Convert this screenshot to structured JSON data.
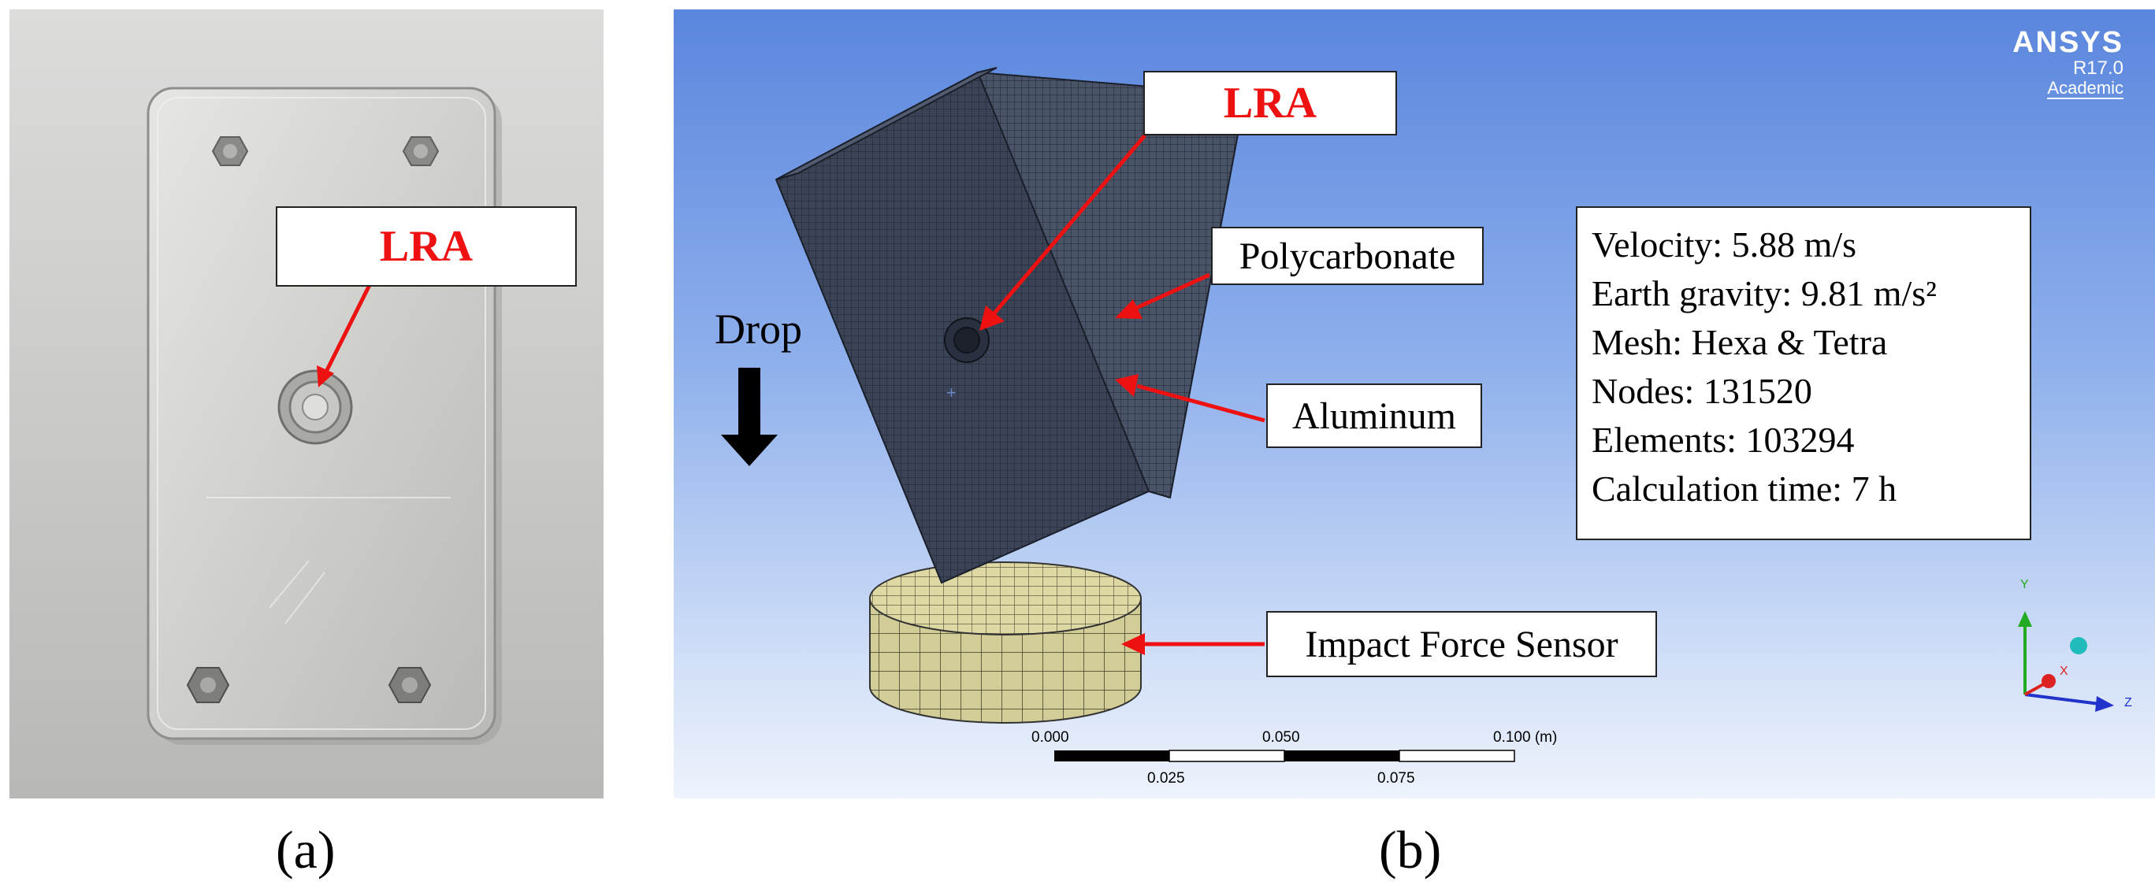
{
  "panel_a": {
    "caption": "(a)",
    "lra_label": "LRA"
  },
  "panel_b": {
    "caption": "(b)",
    "lra_label": "LRA",
    "drop_label": "Drop",
    "callouts": {
      "polycarbonate": "Polycarbonate",
      "aluminum": "Aluminum",
      "impact_force_sensor": "Impact Force Sensor"
    },
    "info_lines": [
      "Velocity: 5.88 m/s",
      "Earth gravity: 9.81 m/s²",
      "Mesh: Hexa & Tetra",
      "Nodes: 131520",
      "Elements: 103294",
      "Calculation time: 7 h"
    ],
    "ansys": {
      "name": "ANSYS",
      "version": "R17.0",
      "edition": "Academic"
    },
    "scale_bar": {
      "top_labels": [
        "0.000",
        "0.050",
        "0.100 (m)"
      ],
      "bottom_labels": [
        "0.025",
        "0.075"
      ]
    },
    "triad": {
      "y": "Y",
      "x": "X",
      "z": "Z"
    },
    "colors": {
      "arrow_red": "#ee1111",
      "lra_text": "#ee1111",
      "mesh_plate": "#3c4658",
      "mesh_sensor": "#d4cf9a",
      "triad_y": "#22aa22",
      "triad_z": "#2233cc",
      "triad_x": "#dd2222"
    }
  }
}
